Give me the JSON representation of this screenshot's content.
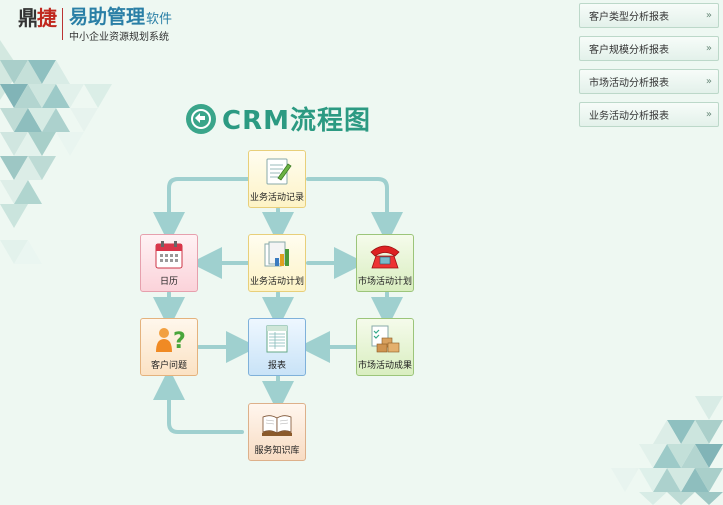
{
  "logo": {
    "mark_left": "鼎",
    "mark_right": "捷",
    "product": "易助管理",
    "product_suffix": "软件",
    "subtitle": "中小企业资源规划系统"
  },
  "menu": {
    "items": [
      {
        "label": "客户类型分析报表"
      },
      {
        "label": "客户规模分析报表"
      },
      {
        "label": "市场活动分析报表"
      },
      {
        "label": "业务活动分析报表"
      }
    ],
    "chevron": "»"
  },
  "title": {
    "text": "CRM流程图"
  },
  "flow": {
    "nodes": {
      "activity_record": {
        "label": "业务活动记录",
        "icon": "notepad-pencil-icon"
      },
      "activity_plan": {
        "label": "业务活动计划",
        "icon": "documents-chart-icon"
      },
      "calendar": {
        "label": "日历",
        "icon": "calendar-icon"
      },
      "market_plan": {
        "label": "市场活动计划",
        "icon": "telephone-icon"
      },
      "customer_issue": {
        "label": "客户问题",
        "icon": "person-question-icon"
      },
      "report": {
        "label": "报表",
        "icon": "report-sheet-icon"
      },
      "market_result": {
        "label": "市场活动成果",
        "icon": "boxes-checklist-icon"
      },
      "knowledge_base": {
        "label": "服务知识库",
        "icon": "open-book-icon"
      }
    }
  },
  "colors": {
    "background": "#eef8f2",
    "accent": "#2c9a82",
    "arrow": "#9fd0cf",
    "brand_red": "#c0281e",
    "brand_blue": "#2a7fa6"
  }
}
